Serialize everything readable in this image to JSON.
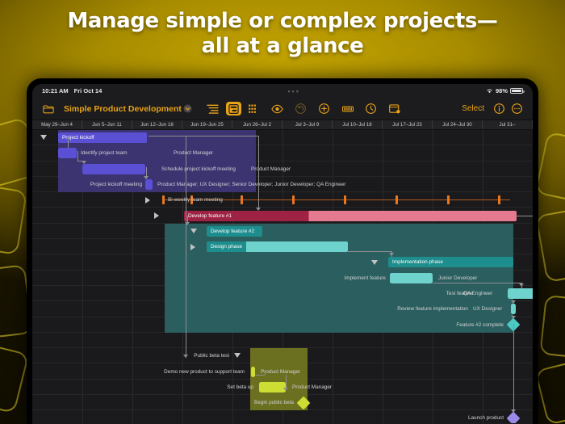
{
  "promo": {
    "headline_line1": "Manage simple or complex projects—",
    "headline_line2": "all at a glance",
    "accent_color": "#c8a800"
  },
  "status_bar": {
    "time": "10:21 AM",
    "date": "Fri Oct 14",
    "center_dots": "•••",
    "battery_percent": "98%",
    "wifi_icon": "wifi-icon",
    "battery_icon": "battery-icon"
  },
  "toolbar": {
    "folder_icon": "folder-icon",
    "document_title": "Simple Product Development",
    "title_chevron": "chevron-down-icon",
    "icons": [
      {
        "name": "outline-view-icon",
        "state": "normal"
      },
      {
        "name": "gantt-view-icon",
        "state": "active"
      },
      {
        "name": "resource-view-icon",
        "state": "normal"
      },
      {
        "name": "view-options-icon",
        "state": "normal"
      },
      {
        "name": "undo-icon",
        "state": "dim"
      },
      {
        "name": "add-task-icon",
        "state": "normal"
      },
      {
        "name": "chart-icon",
        "state": "normal"
      },
      {
        "name": "history-icon",
        "state": "normal"
      },
      {
        "name": "share-export-icon",
        "state": "normal"
      }
    ],
    "select_label": "Select",
    "info_icon": "info-icon",
    "more_icon": "more-ellipsis-icon",
    "accent_color": "#e8a317"
  },
  "timeline": {
    "columns": [
      "May 29–Jun 4",
      "Jun 5–Jun 11",
      "Jun 12–Jun 18",
      "Jun 19–Jun 25",
      "Jun 26–Jul 2",
      "Jul 3–Jul 9",
      "Jul 10–Jul 16",
      "Jul 17–Jul 23",
      "Jul 24–Jul 30",
      "Jul 31–"
    ]
  },
  "chart_data": {
    "type": "gantt",
    "title": "Simple Product Development",
    "axis_unit": "week",
    "tasks": [
      {
        "row": 0,
        "name": "Project kickoff",
        "kind": "summary",
        "group": "kickoff",
        "disclosure": "expanded",
        "bar_color": "#5b4fd4",
        "label_inside": true
      },
      {
        "row": 1,
        "name": "Identify project team",
        "kind": "task",
        "group": "kickoff",
        "resource": "Product Manager",
        "bar_color": "#5b4fd4",
        "label_inside": false
      },
      {
        "row": 2,
        "name": "Schedule project kickoff meeting",
        "kind": "task",
        "group": "kickoff",
        "resource": "Product Manager",
        "bar_color": "#5b4fd4",
        "label_inside": false
      },
      {
        "row": 3,
        "name": "Project kickoff meeting",
        "kind": "task",
        "group": "kickoff",
        "resource": "Product Manager; UX Designer; Senior Developer; Junior Developer; QA Engineer",
        "bar_color": "#5b4fd4",
        "label_inside": false
      },
      {
        "row": 4,
        "name": "Bi-weekly team meeting",
        "kind": "recurring",
        "disclosure": "collapsed",
        "bar_color": "#e87722",
        "occurrences": 8
      },
      {
        "row": 5,
        "name": "Develop feature #1",
        "kind": "summary",
        "disclosure": "collapsed",
        "bar_color": "#9e2244",
        "bar_color_secondary": "#e5798f",
        "label_inside": true
      },
      {
        "row": 6,
        "name": "Develop feature #2",
        "kind": "summary",
        "group": "feature2",
        "disclosure": "expanded",
        "bar_color": "#1d8d8d",
        "label_inside": true
      },
      {
        "row": 7,
        "name": "Design phase",
        "kind": "summary",
        "group": "feature2",
        "disclosure": "collapsed",
        "bar_color": "#1d8d8d",
        "bar_color_secondary": "#6fd3cd",
        "label_inside": true
      },
      {
        "row": 8,
        "name": "Implementation phase",
        "kind": "summary",
        "group": "feature2",
        "disclosure": "expanded",
        "bar_color": "#1d8d8d",
        "label_inside": true
      },
      {
        "row": 9,
        "name": "Implement feature",
        "kind": "task",
        "group": "feature2",
        "resource": "Junior Developer",
        "bar_color": "#6fd3cd",
        "label_inside": false
      },
      {
        "row": 10,
        "name": "Test feature",
        "kind": "task",
        "group": "feature2",
        "resource": "QA Engineer",
        "bar_color": "#6fd3cd",
        "label_inside": false
      },
      {
        "row": 11,
        "name": "Review feature implementation",
        "kind": "task",
        "group": "feature2",
        "resource": "UX Designer",
        "bar_color": "#6fd3cd",
        "label_inside": false
      },
      {
        "row": 12,
        "name": "Feature #2 complete",
        "kind": "milestone",
        "group": "feature2",
        "bar_color": "#4cc9c4"
      },
      {
        "row": 14,
        "name": "Public beta test",
        "kind": "summary",
        "group": "beta",
        "disclosure": "expanded",
        "bar_color": "#ccdd33",
        "label_inside": false
      },
      {
        "row": 15,
        "name": "Demo new product to support team",
        "kind": "task",
        "group": "beta",
        "resource": "Product Manager",
        "bar_color": "#ccdd33",
        "label_inside": false
      },
      {
        "row": 16,
        "name": "Set beta up",
        "kind": "task",
        "group": "beta",
        "resource": "Product Manager",
        "bar_color": "#ccdd33",
        "label_inside": false
      },
      {
        "row": 17,
        "name": "Begin public beta",
        "kind": "milestone",
        "group": "beta",
        "bar_color": "#ccdd33"
      },
      {
        "row": 18,
        "name": "Launch product",
        "kind": "milestone",
        "bar_color": "#9a8bea"
      }
    ],
    "group_colors": {
      "kickoff": "#3b3470",
      "feature2": "#2b5e5e",
      "beta": "#6b7020"
    }
  }
}
